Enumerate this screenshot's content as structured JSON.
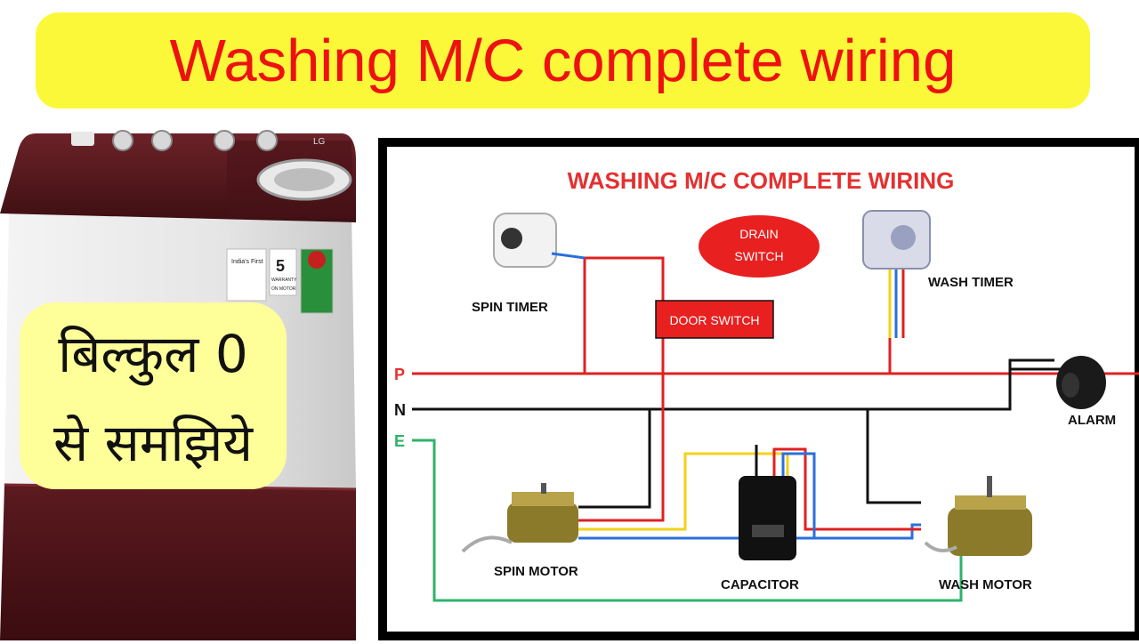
{
  "headline": "Washing M/C complete wiring",
  "hindi": {
    "line1": "बिल्कुल 0",
    "line2": "से समझिये"
  },
  "machine": {
    "brand": "LG",
    "badge": "India's First",
    "stars": "5",
    "warranty": "WARRANTY",
    "on_motor": "ON MOTOR"
  },
  "diagram": {
    "title": "WASHING M/C COMPLETE WIRING",
    "components": {
      "spin_timer": "SPIN TIMER",
      "wash_timer": "WASH TIMER",
      "drain_switch_1": "DRAIN",
      "drain_switch_2": "SWITCH",
      "door_switch": "DOOR SWITCH",
      "alarm": "ALARM",
      "spin_motor": "SPIN MOTOR",
      "capacitor": "CAPACITOR",
      "wash_motor": "WASH MOTOR"
    },
    "lines": {
      "p": "P",
      "n": "N",
      "e": "E"
    }
  },
  "colors": {
    "headline_bg": "#fbf83a",
    "headline_text": "#ee1111",
    "machine_maroon": "#5a1a1e",
    "phase_wire": "#e02020",
    "neutral_wire": "#111111",
    "earth_wire": "#2db36a",
    "label_red": "#e53030"
  }
}
